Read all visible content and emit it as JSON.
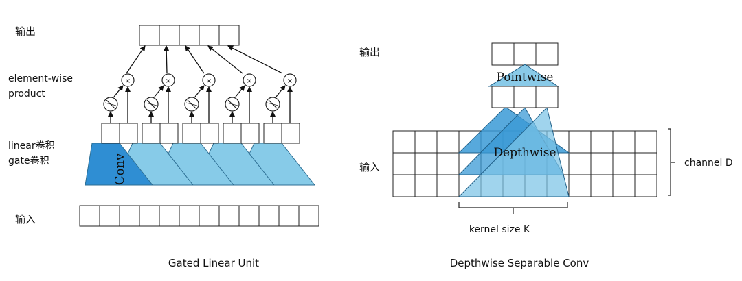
{
  "left": {
    "labels": {
      "output": "输出",
      "product_line1": "element-wise",
      "product_line2": "product",
      "linear_line1": "linear卷积",
      "linear_line2": "gate卷积",
      "input": "输入"
    },
    "conv_label": "Conv",
    "multiply_symbol": "×",
    "caption": "Gated Linear Unit",
    "colors": {
      "dark": "#2f8ed3",
      "light": "#87cbe8",
      "stroke": "#2c6e93"
    }
  },
  "right": {
    "labels": {
      "output": "输出",
      "input": "输入"
    },
    "pointwise_label": "Pointwise",
    "depthwise_label": "Depthwise",
    "kernel_label": "kernel size K",
    "channel_label": "channel D",
    "caption": "Depthwise Separable Conv",
    "colors": {
      "blue": "#3a9ad6",
      "light": "#7cc4e6"
    }
  }
}
